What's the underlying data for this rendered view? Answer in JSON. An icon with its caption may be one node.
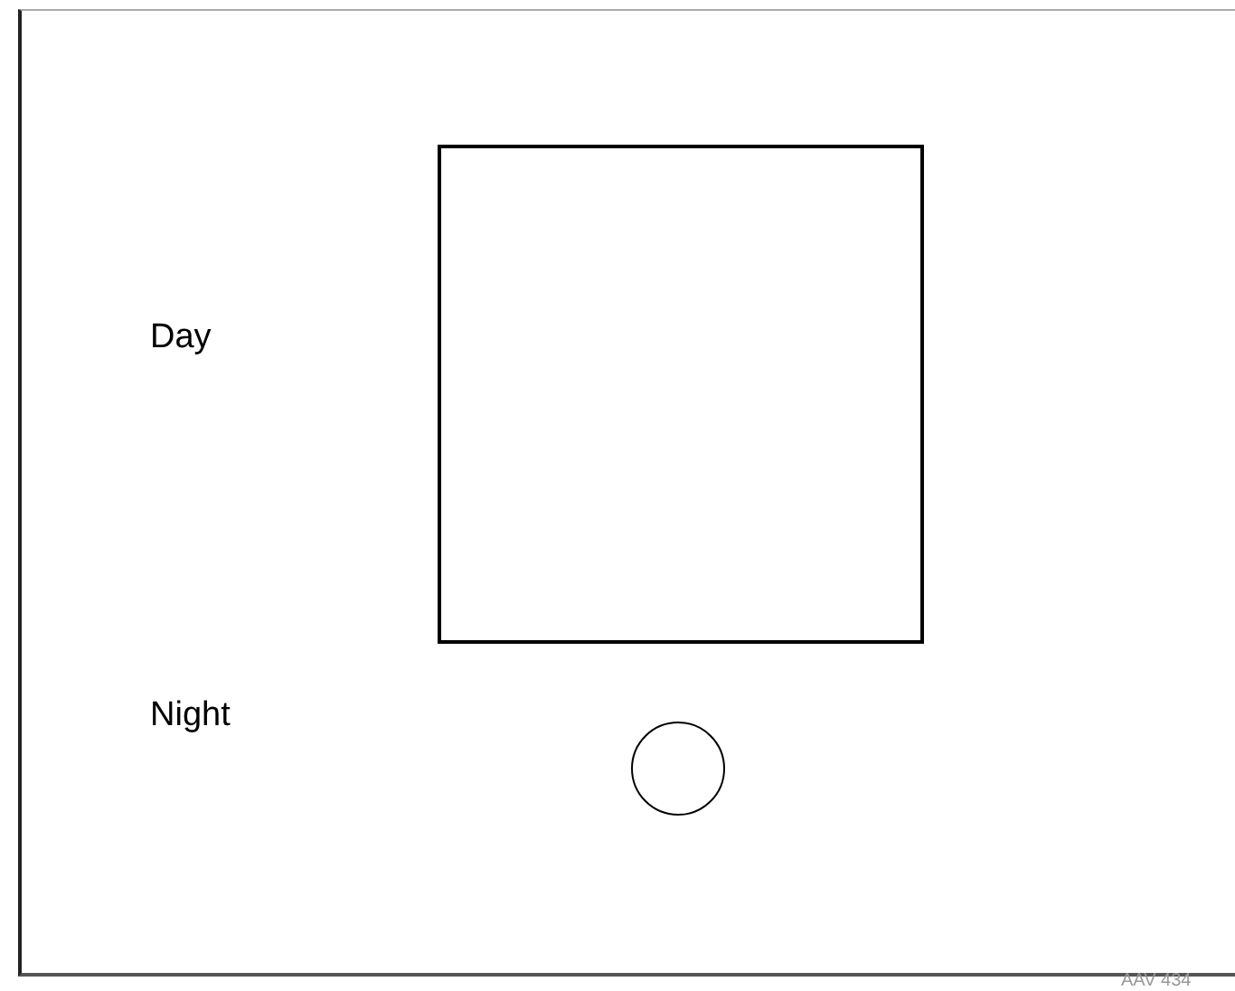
{
  "diagram": {
    "nodes": [
      {
        "text": [],
        "shape": "box"
      },
      {
        "text": [],
        "shape": "circle"
      }
    ],
    "labels": [
      "Day",
      "Night",
      "AAV 434"
    ]
  }
}
